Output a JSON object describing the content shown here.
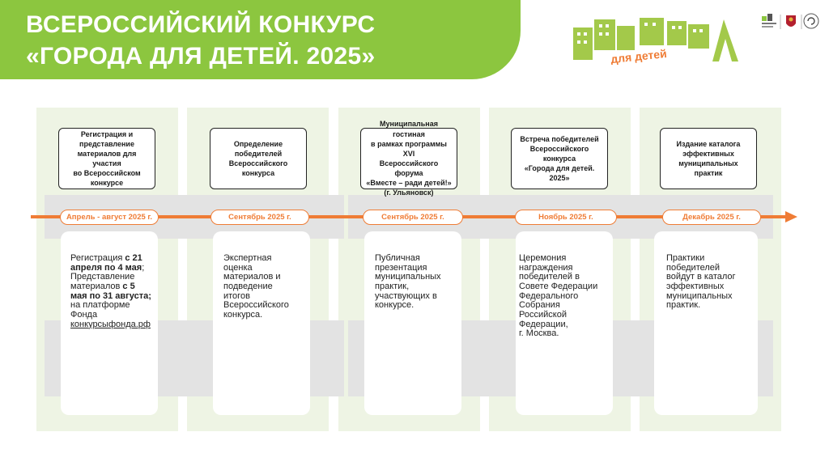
{
  "header": {
    "title_line1": "ВСЕРОССИЙСКИЙ КОНКУРС",
    "title_line2": "«ГОРОДА ДЛЯ ДЕТЕЙ. 2025»"
  },
  "logo": {
    "word_top": "ГОРОДА",
    "word_bottom": "для детей"
  },
  "partner_logos": [
    "partner-logo-1",
    "coat-of-arms",
    "csr-logo"
  ],
  "colors": {
    "accent_green": "#8cc63f",
    "timeline_orange": "#ef7c35",
    "panel_bg": "#eef4e4",
    "band_gray": "#e3e3e3"
  },
  "stages": [
    {
      "title": "Регистрация и\nпредставление\nматериалов для участия\nво Всероссийском\nконкурсе",
      "date": "Апрель - август 2025 г.",
      "detail": {
        "p1": "Регистрация ",
        "p1b": "с 21\nапреля по 4 мая",
        "p2": ";\nПредставление\nматериалов ",
        "p2b": "с 5\nмая по 31 августа;",
        "p3": "\nна платформе\nФонда\n",
        "link": "конкурсыфонда.рф"
      }
    },
    {
      "title": "Определение\nпобедителей\nВсероссийского\nконкурса",
      "date": "Сентябрь  2025 г.",
      "detail_text": "Экспертная\nоценка\nматериалов и\nподведение\nитогов\nВсероссийского\nконкурса."
    },
    {
      "title": "Муниципальная гостиная\nв рамках программы XVI\nВсероссийского форума\n«Вместе – ради детей!»\n(г. Ульяновск)",
      "date": "Сентябрь  2025 г.",
      "detail_text": "Публичная\nпрезентация\nмуниципальных\nпрактик,\nучаствующих в\nконкурсе."
    },
    {
      "title": "Встреча победителей\nВсероссийского конкурса\n«Города для детей. 2025»",
      "date": "Ноябрь  2025 г.",
      "detail_text": "Церемония\nнаграждения\nпобедителей в\nСовете Федерации\nФедерального\nСобрания\nРоссийской\nФедерации,\nг. Москва."
    },
    {
      "title": "Издание каталога\nэффективных\nмуниципальных\nпрактик",
      "date": "Декабрь  2025 г.",
      "detail_text": "Практики\nпобедителей\nвойдут в каталог\nэффективных\nмуниципальных\nпрактик."
    }
  ]
}
